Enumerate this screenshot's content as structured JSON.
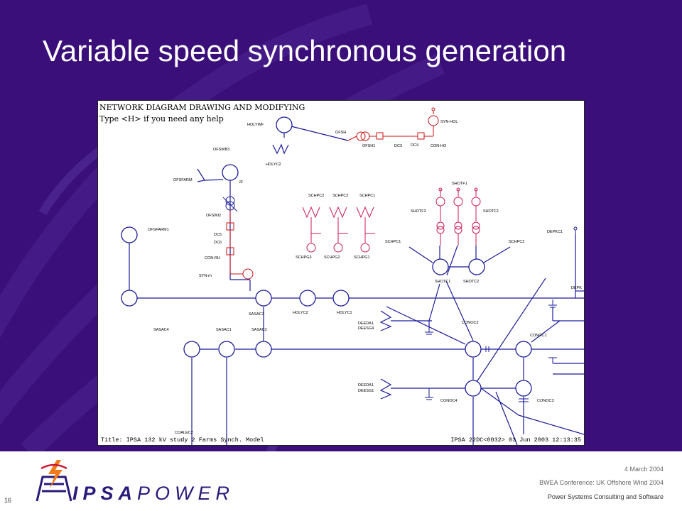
{
  "slide": {
    "title": "Variable speed synchronous generation",
    "page_number": "16",
    "date": "4 March 2004",
    "conference": "BWEA Conference: UK Offshore Wind 2004",
    "tagline": "Power Systems Consulting and Software",
    "logo": {
      "bold": "IPSA",
      "light": "POWER"
    }
  },
  "diagram": {
    "header_line1": "NETWORK DIAGRAM DRAWING AND MODIFYING",
    "header_line2": "Type <H> if you need any help",
    "footer_left": "Title:  IPSA 132 kV study 2 Farms Synch. Model",
    "footer_right": "IPSA 22DC<0032>   03 Jun 2003 12:13:35",
    "colors": {
      "network": "#1a1a9a",
      "farm": "#cc1a55",
      "hvdc": "#cc1111"
    },
    "labels": {
      "holywf": "HOLYWF",
      "ofsh": "OFSH",
      "syn_hol": "SYN-HOL",
      "ofsh1": "OFSH1",
      "dc3": "DC3",
      "dc4": "DC4",
      "con_ho": "CON-HO",
      "holyc2": "HOLYC2",
      "ofswb3": "OFSWB3",
      "ofsfarm": "OFSFARM",
      "j2": "J2",
      "ofswi2": "OFSWI2",
      "dc5": "DC5",
      "dc6": "DC6",
      "con_rh": "CON-RH",
      "syn_rh": "SYN-rh",
      "ofsfarm1": "OFSFARM1",
      "schpc2a": "SCHPC2",
      "schpc2b": "SCHPC2",
      "schpc1a": "SCHPC1",
      "schpg3": "SCHPG3",
      "schpg2": "SCHPG2",
      "schpg1": "SCHPG1",
      "shotf1": "SHOTF1",
      "shotf3": "SHOTF3",
      "shotf2": "SHOTF2",
      "schpc1b": "SCHPC1",
      "schpc2c": "SCHPC2",
      "depkc1": "DEPKC1",
      "shotc1": "SHOTC1",
      "shotc2": "SHOTC2",
      "depk": "DEPK",
      "sasac3": "SASAC3",
      "holyc2b": "HOLYC2",
      "holyc1": "HOLYC1",
      "sasac4": "SASAC4",
      "sasac1": "SASAC1",
      "sasac2": "SASAC2",
      "deeda1a": "DEEDA1",
      "deesg4": "DEESG4",
      "conoc2": "CONOC2",
      "conoc1": "CONOC1",
      "deeda1b": "DEEDA1",
      "deesg1": "DEESG1",
      "conoc4": "CONOC4",
      "conoc3": "CONOC3",
      "coalec2": "COALEC2"
    }
  }
}
